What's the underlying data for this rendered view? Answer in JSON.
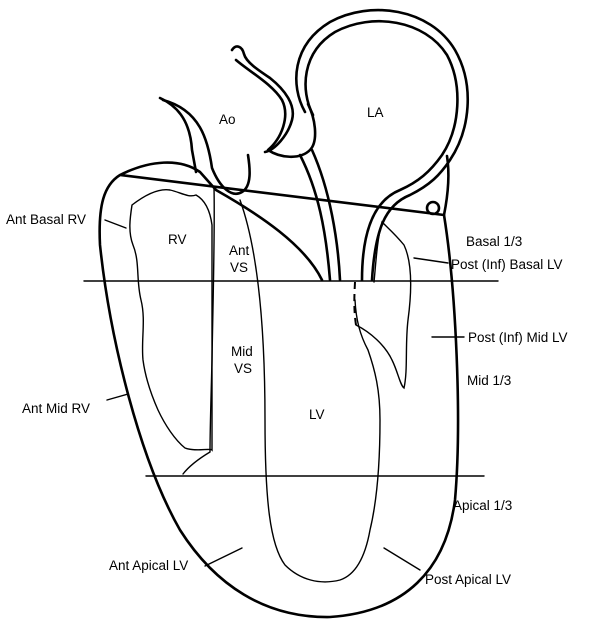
{
  "labels": {
    "ao": "Ao",
    "la": "LA",
    "rv": "RV",
    "ant_vs_1": "Ant",
    "ant_vs_2": "VS",
    "mid_vs_1": "Mid",
    "mid_vs_2": "VS",
    "lv": "LV",
    "ant_basal_rv": "Ant Basal RV",
    "ant_mid_rv": "Ant Mid RV",
    "ant_apical_lv": "Ant Apical LV",
    "basal_third": "Basal 1/3",
    "post_inf_basal_lv": "Post (Inf) Basal LV",
    "post_inf_mid_lv": "Post (Inf) Mid LV",
    "mid_third": "Mid 1/3",
    "apical_third": "Apical 1/3",
    "post_apical_lv": "Post Apical LV"
  }
}
